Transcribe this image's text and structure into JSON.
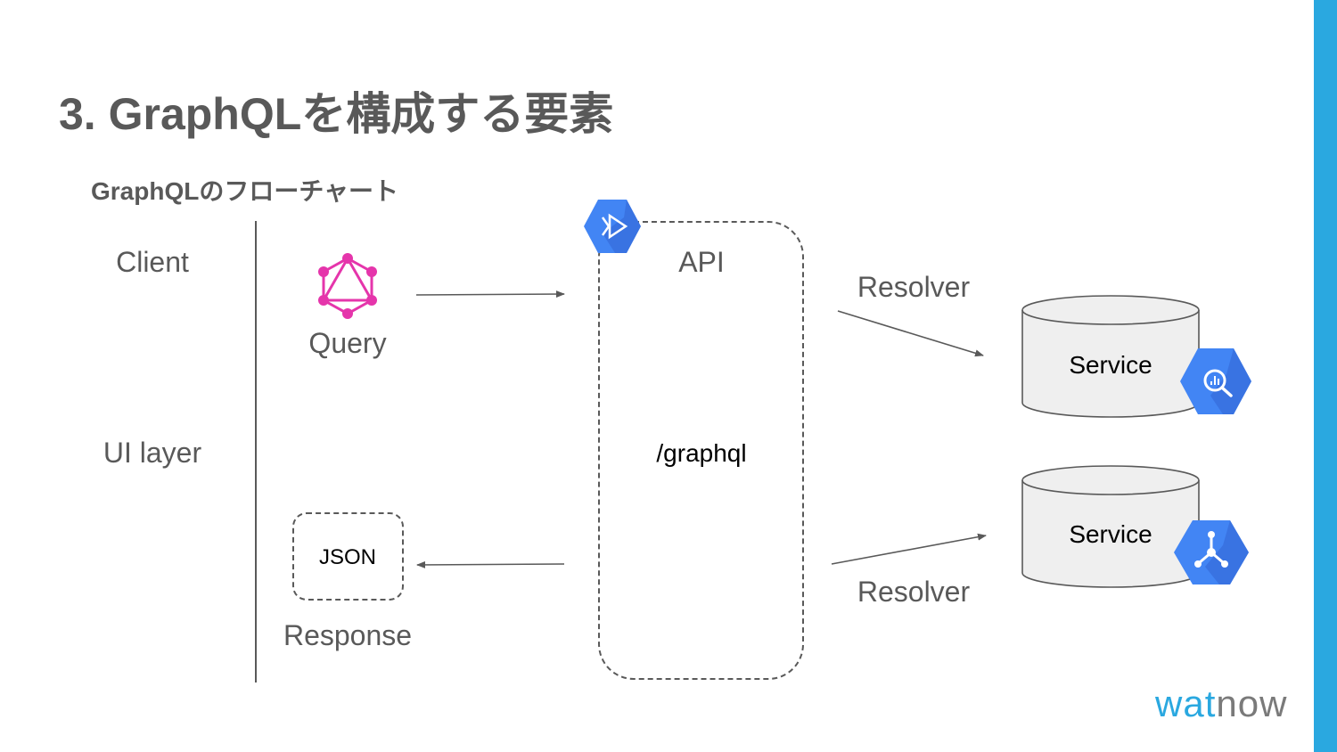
{
  "slide": {
    "title": "3. GraphQLを構成する要素",
    "subtitle": "GraphQLのフローチャート",
    "accent_color": "#2aa8e0",
    "text_color": "#595959"
  },
  "client_column": {
    "client_label": "Client",
    "ui_layer_label": "UI layer"
  },
  "query": {
    "label": "Query",
    "icon": "graphql-logo-icon",
    "icon_color": "#e535ab"
  },
  "response": {
    "box_label": "JSON",
    "label": "Response"
  },
  "api": {
    "label": "API",
    "endpoint": "/graphql",
    "icon": "cloud-endpoints-icon"
  },
  "resolvers": {
    "top_label": "Resolver",
    "bottom_label": "Resolver"
  },
  "services": [
    {
      "label": "Service",
      "icon": "bigquery-icon"
    },
    {
      "label": "Service",
      "icon": "cloud-dataflow-icon"
    }
  ],
  "logo": {
    "part_a": "wat",
    "part_b": "now"
  }
}
